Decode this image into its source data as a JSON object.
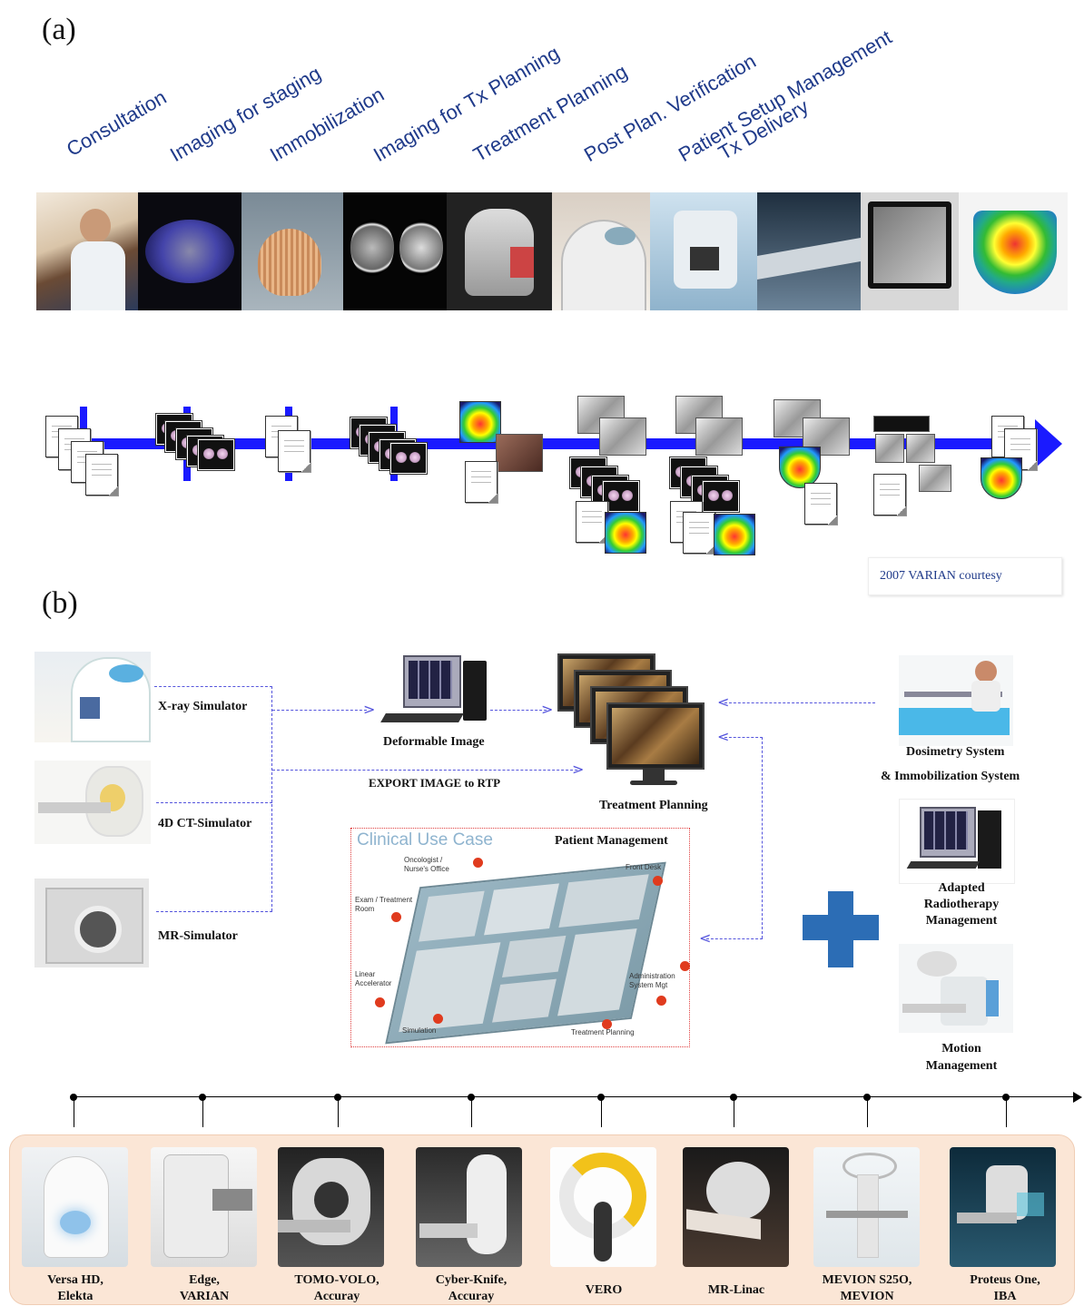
{
  "panel_a": {
    "label": "(a)",
    "steps": [
      "Consultation",
      "Imaging for staging",
      "Immobilization",
      "Imaging for Tx Planning",
      "Treatment Planning",
      "Post Plan. Verification",
      "Patient Setup Management",
      "Tx Delivery"
    ],
    "courtesy": "2007 VARIAN courtesy"
  },
  "panel_b": {
    "label": "(b)",
    "simulators": [
      "X-ray Simulator",
      "4D CT-Simulator",
      "MR-Simulator"
    ],
    "deformable": "Deformable Image",
    "export": "EXPORT IMAGE to RTP",
    "treatment_planning": "Treatment Planning",
    "dosimetry": "Dosimetry System",
    "immobilization": "& Immobilization System",
    "adapted": "Adapted\nRadiotherapy\nManagement",
    "motion": "Motion\nManagement",
    "clinical": {
      "title": "Clinical Use Case",
      "subtitle": "Patient Management",
      "labels": {
        "oncologist": "Oncologist /\nNurse's Office",
        "front_desk": "Front Desk",
        "exam": "Exam / Treatment\nRoom",
        "linac": "Linear\nAccelerator",
        "admin": "Administration\nSystem Mgt",
        "simulation": "Simulation",
        "tx_planning": "Treatment Planning"
      }
    },
    "devices": [
      {
        "name": "Versa HD,",
        "maker": "Elekta"
      },
      {
        "name": "Edge,",
        "maker": "VARIAN"
      },
      {
        "name": "TOMO-VOLO,",
        "maker": "Accuray"
      },
      {
        "name": "Cyber-Knife,",
        "maker": "Accuray"
      },
      {
        "name": "VERO",
        "maker": ""
      },
      {
        "name": "MR-Linac",
        "maker": ""
      },
      {
        "name": "MEVION S25O,",
        "maker": "MEVION"
      },
      {
        "name": "Proteus One,",
        "maker": "IBA"
      }
    ]
  },
  "colors": {
    "flow": "#1a1aff",
    "step_text": "#1f3a8a",
    "dashed": "#5555dd",
    "plus": "#2c6db5",
    "device_bg": "#fbe6d6"
  }
}
